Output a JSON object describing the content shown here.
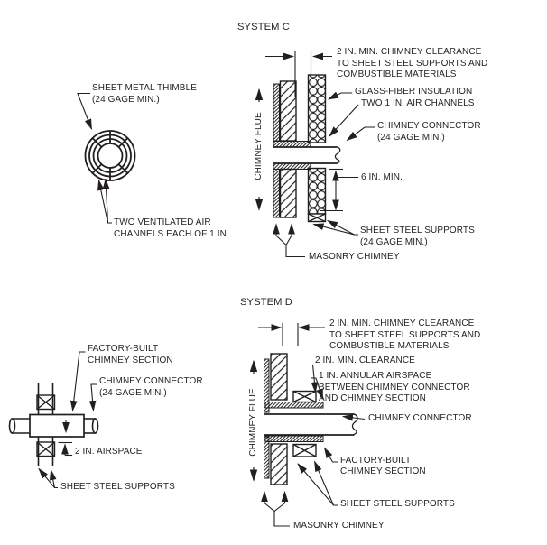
{
  "colors": {
    "ink": "#231f20",
    "background": "#ffffff"
  },
  "system_c": {
    "title": "SYSTEM C",
    "thimble_detail": {
      "sheet_metal_thimble": "SHEET METAL THIMBLE\n(24 GAGE MIN.)",
      "ventilated_air_channels": "TWO VENTILATED AIR\nCHANNELS EACH OF 1 IN."
    },
    "section": {
      "chimney_flue": "CHIMNEY FLUE",
      "clearance": "2 IN. MIN. CHIMNEY CLEARANCE\nTO SHEET STEEL SUPPORTS AND\nCOMBUSTIBLE MATERIALS",
      "glass_fiber_insulation": "GLASS-FIBER INSULATION",
      "air_channels": "TWO 1 IN. AIR CHANNELS",
      "chimney_connector": "CHIMNEY CONNECTOR\n(24 GAGE MIN.)",
      "min_height": "6 IN. MIN.",
      "sheet_steel_supports": "SHEET STEEL SUPPORTS\n(24 GAGE MIN.)",
      "masonry_chimney": "MASONRY CHIMNEY"
    }
  },
  "system_d": {
    "title": "SYSTEM D",
    "connector_detail": {
      "factory_built_section": "FACTORY-BUILT\nCHIMNEY SECTION",
      "chimney_connector": "CHIMNEY CONNECTOR\n(24 GAGE MIN.)",
      "airspace": "2 IN. AIRSPACE",
      "sheet_steel_supports": "SHEET STEEL SUPPORTS"
    },
    "section": {
      "chimney_flue": "CHIMNEY FLUE",
      "clearance": "2 IN. MIN. CHIMNEY CLEARANCE\nTO SHEET STEEL SUPPORTS AND\nCOMBUSTIBLE MATERIALS",
      "min_clearance": "2 IN. MIN. CLEARANCE",
      "annular_airspace": "1 IN. ANNULAR AIRSPACE\nBETWEEN CHIMNEY CONNECTOR\nAND CHIMNEY SECTION",
      "chimney_connector": "CHIMNEY CONNECTOR",
      "factory_built_section": "FACTORY-BUILT\nCHIMNEY SECTION",
      "sheet_steel_supports": "SHEET STEEL SUPPORTS",
      "masonry_chimney": "MASONRY CHIMNEY"
    }
  }
}
